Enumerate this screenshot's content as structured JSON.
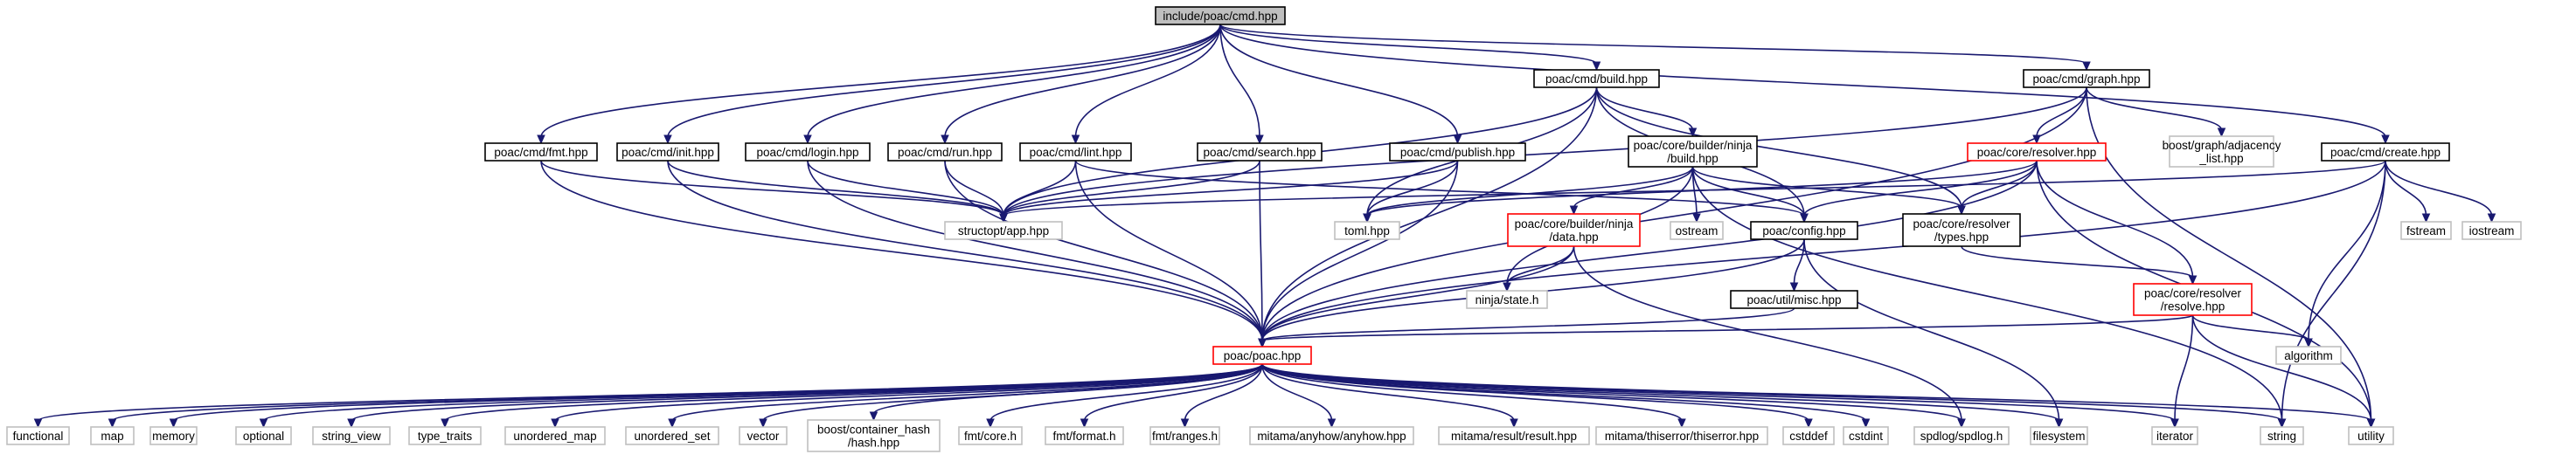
{
  "graph": {
    "edge_color": "#191970",
    "nodes": {
      "root": [
        "include/poac/cmd.hpp"
      ],
      "build": [
        "poac/cmd/build.hpp"
      ],
      "graph": [
        "poac/cmd/graph.hpp"
      ],
      "fmt": [
        "poac/cmd/fmt.hpp"
      ],
      "init": [
        "poac/cmd/init.hpp"
      ],
      "login": [
        "poac/cmd/login.hpp"
      ],
      "run": [
        "poac/cmd/run.hpp"
      ],
      "lint": [
        "poac/cmd/lint.hpp"
      ],
      "search": [
        "poac/cmd/search.hpp"
      ],
      "publish": [
        "poac/cmd/publish.hpp"
      ],
      "ninjabuild": [
        "poac/core/builder/ninja",
        "/build.hpp"
      ],
      "resolver": [
        "poac/core/resolver.hpp"
      ],
      "adjacency": [
        "boost/graph/adjacency",
        "_list.hpp"
      ],
      "create": [
        "poac/cmd/create.hpp"
      ],
      "app": [
        "structopt/app.hpp"
      ],
      "toml": [
        "toml.hpp"
      ],
      "ninjadata": [
        "poac/core/builder/ninja",
        "/data.hpp"
      ],
      "ostream": [
        "ostream"
      ],
      "config": [
        "poac/config.hpp"
      ],
      "types": [
        "poac/core/resolver",
        "/types.hpp"
      ],
      "fstream": [
        "fstream"
      ],
      "iostream": [
        "iostream"
      ],
      "ninjastate": [
        "ninja/state.h"
      ],
      "misc": [
        "poac/util/misc.hpp"
      ],
      "resolve": [
        "poac/core/resolver",
        "/resolve.hpp"
      ],
      "algorithm": [
        "algorithm"
      ],
      "poac": [
        "poac/poac.hpp"
      ],
      "functional": [
        "functional"
      ],
      "map": [
        "map"
      ],
      "memory": [
        "memory"
      ],
      "optional": [
        "optional"
      ],
      "string_view": [
        "string_view"
      ],
      "type_traits": [
        "type_traits"
      ],
      "unordered_map": [
        "unordered_map"
      ],
      "unordered_set": [
        "unordered_set"
      ],
      "vector": [
        "vector"
      ],
      "hash": [
        "boost/container_hash",
        "/hash.hpp"
      ],
      "fmtcore": [
        "fmt/core.h"
      ],
      "fmtformat": [
        "fmt/format.h"
      ],
      "fmtranges": [
        "fmt/ranges.h"
      ],
      "anyhow": [
        "mitama/anyhow/anyhow.hpp"
      ],
      "result": [
        "mitama/result/result.hpp"
      ],
      "thiserror": [
        "mitama/thiserror/thiserror.hpp"
      ],
      "cstddef": [
        "cstddef"
      ],
      "cstdint": [
        "cstdint"
      ],
      "spdlog": [
        "spdlog/spdlog.h"
      ],
      "filesystem": [
        "filesystem"
      ],
      "iterator": [
        "iterator"
      ],
      "string": [
        "string"
      ],
      "utility": [
        "utility"
      ]
    }
  }
}
